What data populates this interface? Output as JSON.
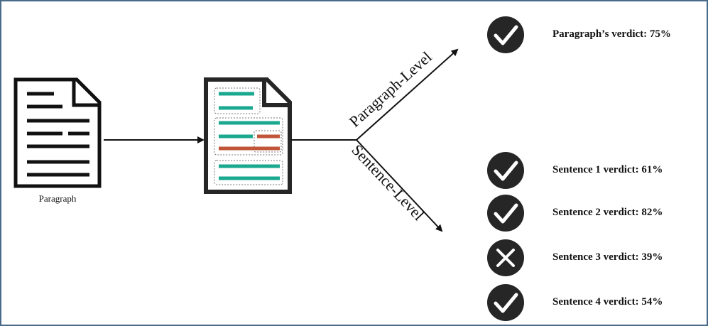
{
  "diagram": {
    "paragraph_caption": "Paragraph",
    "branches": {
      "paragraph_level": "Paragraph-Level",
      "sentence_level": "Sentence-Level"
    },
    "paragraph_verdict": {
      "label": "Paragraph’s verdict: 75%",
      "status": "check"
    },
    "sentence_verdicts": [
      {
        "label": "Sentence 1 verdict: 61%",
        "status": "check"
      },
      {
        "label": "Sentence 2 verdict: 82%",
        "status": "check"
      },
      {
        "label": "Sentence 3 verdict: 39%",
        "status": "cross"
      },
      {
        "label": "Sentence 4 verdict: 54%",
        "status": "check"
      }
    ],
    "colors": {
      "frame_border": "#4a6a8a",
      "highlight_green": "#1aa88f",
      "highlight_red": "#c0553a",
      "icon_fill": "#262626",
      "ink": "#111111"
    }
  }
}
